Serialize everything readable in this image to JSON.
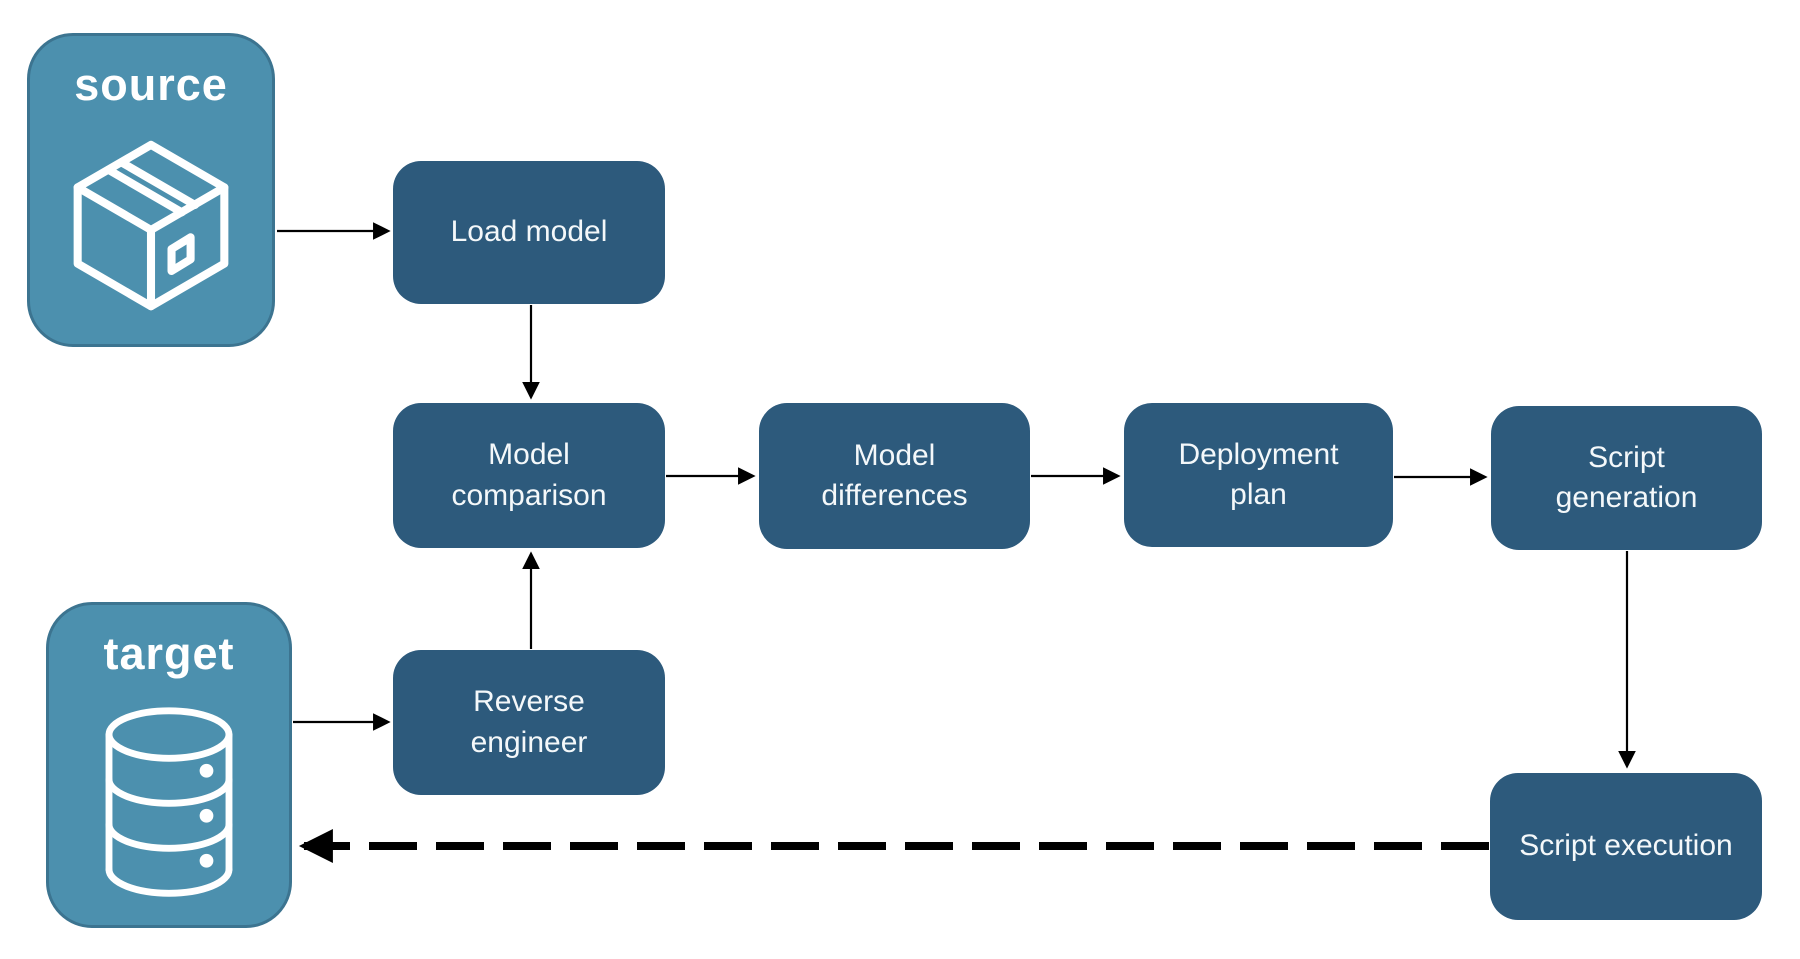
{
  "diagram": {
    "nodes": {
      "source": {
        "label": "source",
        "icon": "package-icon"
      },
      "target": {
        "label": "target",
        "icon": "database-icon"
      }
    },
    "steps": {
      "load_model": "Load model",
      "model_comparison": "Model comparison",
      "model_differences": "Model differences",
      "deployment_plan": "Deployment plan",
      "script_generation": "Script generation",
      "reverse_engineer": "Reverse engineer",
      "script_execution": "Script execution"
    },
    "edges": [
      {
        "from": "source",
        "to": "load_model",
        "style": "solid"
      },
      {
        "from": "load_model",
        "to": "model_comparison",
        "style": "solid"
      },
      {
        "from": "model_comparison",
        "to": "model_differences",
        "style": "solid"
      },
      {
        "from": "model_differences",
        "to": "deployment_plan",
        "style": "solid"
      },
      {
        "from": "deployment_plan",
        "to": "script_generation",
        "style": "solid"
      },
      {
        "from": "script_generation",
        "to": "script_execution",
        "style": "solid"
      },
      {
        "from": "target",
        "to": "reverse_engineer",
        "style": "solid"
      },
      {
        "from": "reverse_engineer",
        "to": "model_comparison",
        "style": "solid"
      },
      {
        "from": "script_execution",
        "to": "target",
        "style": "dashed"
      }
    ],
    "colors": {
      "node_fill": "#4C90AE",
      "node_border": "#3C7490",
      "node_text": "#FFFFFF",
      "step_fill": "#2D5A7C",
      "step_text": "#F4F8FA",
      "arrow": "#000000",
      "background": "#FFFFFF"
    }
  }
}
